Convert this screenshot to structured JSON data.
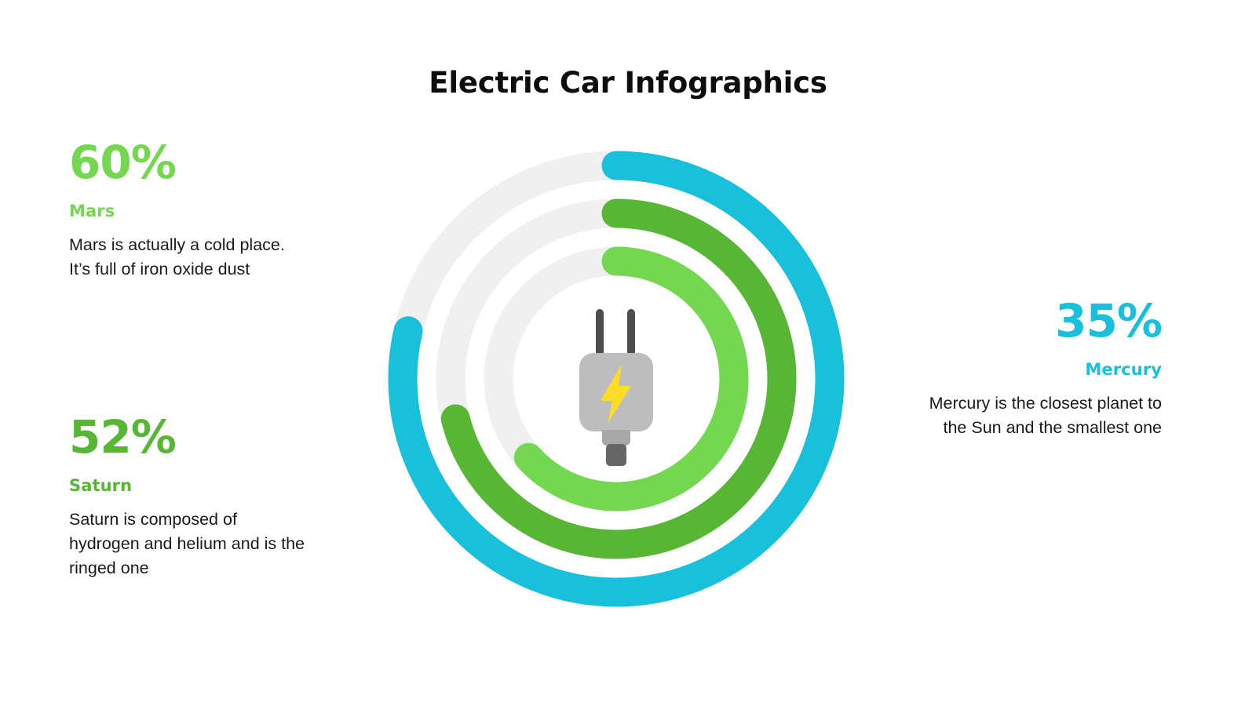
{
  "title": "Electric Car Infographics",
  "colors": {
    "light_green": "#73d84f",
    "green": "#57b634",
    "cyan": "#19c0dc",
    "track": "#f0f0f0",
    "text": "#1a1a1a",
    "title": "#0d0d0d",
    "plug_body": "#bdbdbd",
    "plug_prong": "#4d4d4d",
    "plug_neck": "#a8a8a8",
    "plug_cord": "#666666",
    "bolt": "#fcdb29"
  },
  "stats": [
    {
      "percent": "60%",
      "name": "Mars",
      "desc": "Mars is actually a cold place. It’s full of iron oxide dust",
      "color": "#73d84f",
      "value": 60
    },
    {
      "percent": "52%",
      "name": "Saturn",
      "desc": "Saturn is composed of hydrogen and helium and is the ringed one",
      "color": "#57b634",
      "value": 52
    },
    {
      "percent": "35%",
      "name": "Mercury",
      "desc": "Mercury is the closest planet to the Sun and the smallest one",
      "color": "#19c0dc",
      "value": 35
    }
  ],
  "chart_data": {
    "type": "pie",
    "title": "Electric Car Infographics",
    "subtype": "concentric-radial-progress",
    "categories": [
      "Mercury",
      "Saturn",
      "Mars"
    ],
    "values": [
      35,
      52,
      60
    ],
    "series": [
      {
        "name": "Mercury",
        "value": 35,
        "color": "#19c0dc",
        "ring": "outer",
        "sweep_degrees": 283
      },
      {
        "name": "Saturn",
        "value": 52,
        "color": "#57b634",
        "ring": "middle",
        "sweep_degrees": 256
      },
      {
        "name": "Mars",
        "value": 60,
        "color": "#73d84f",
        "ring": "inner",
        "sweep_degrees": 228
      }
    ],
    "track_color": "#f0f0f0",
    "start_angle_degrees": 0,
    "direction": "clockwise",
    "legend": "inline-labels",
    "grid": false,
    "center_icon": "power-plug-icon"
  },
  "icons": {
    "plug": "power-plug-icon",
    "bolt": "lightning-bolt-icon"
  }
}
